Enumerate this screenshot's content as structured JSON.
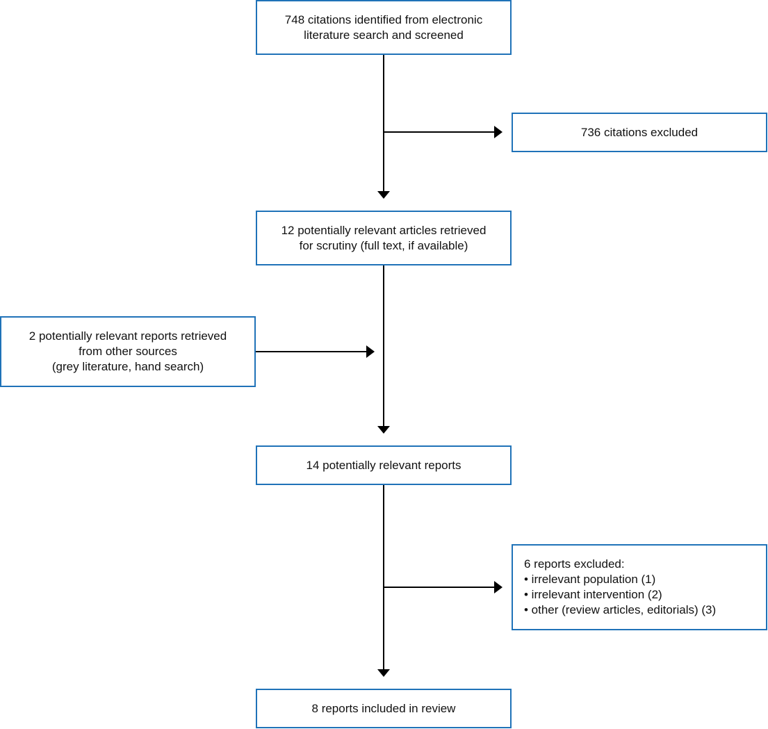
{
  "flowchart": {
    "border_color": "#1f72b8",
    "connector_color": "#000000",
    "identified": {
      "lines": [
        "748 citations identified from electronic",
        "literature search and screened"
      ]
    },
    "excluded_citations": {
      "lines": [
        "736 citations excluded"
      ]
    },
    "retrieved": {
      "lines": [
        "12 potentially relevant articles retrieved",
        "for scrutiny (full text, if available)"
      ]
    },
    "other_sources": {
      "lines": [
        "2 potentially relevant reports retrieved",
        "from other sources",
        "(grey literature, hand search)"
      ]
    },
    "relevant_reports": {
      "lines": [
        "14 potentially relevant reports"
      ]
    },
    "excluded_reports": {
      "lines": [
        "6 reports excluded:",
        "• irrelevant population (1)",
        "• irrelevant intervention (2)",
        "• other (review articles, editorials) (3)"
      ]
    },
    "included": {
      "lines": [
        "8 reports included in review"
      ]
    }
  }
}
